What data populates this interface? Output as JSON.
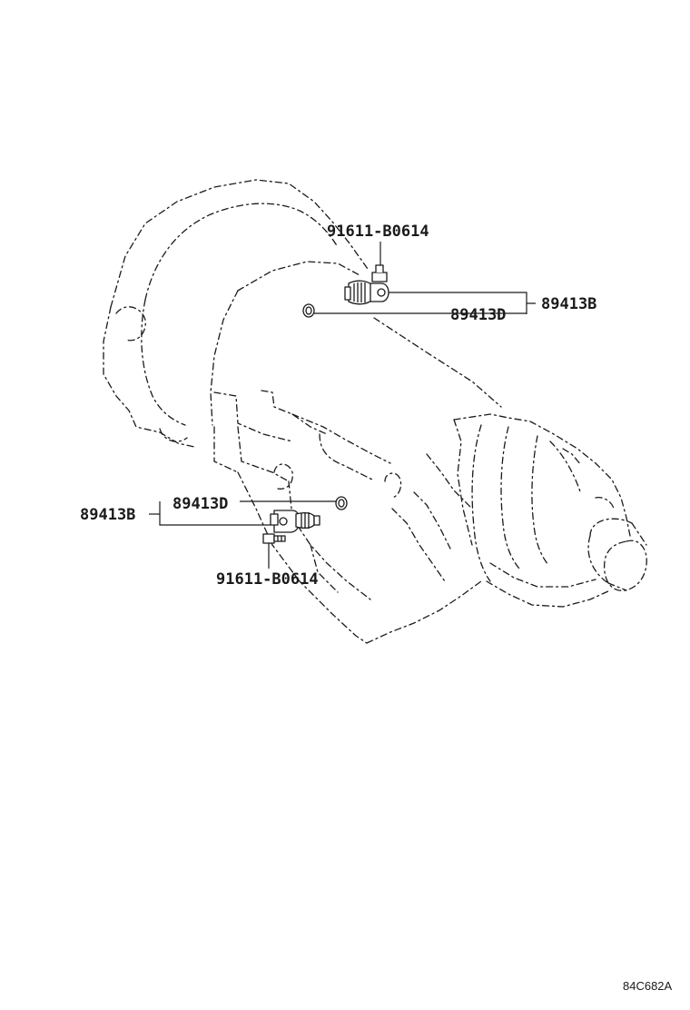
{
  "diagram_code": "84C682A",
  "labels": {
    "bolt_upper": "91611-B0614",
    "sensor_upper": "89413B",
    "oring_upper": "89413D",
    "sensor_lower": "89413B",
    "oring_lower": "89413D",
    "bolt_lower": "91611-B0614"
  }
}
